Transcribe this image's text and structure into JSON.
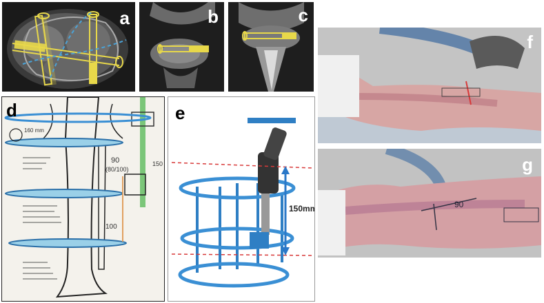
{
  "panels": [
    {
      "id": "a",
      "label": "a"
    },
    {
      "id": "b",
      "label": "b"
    },
    {
      "id": "c",
      "label": "c"
    },
    {
      "id": "d",
      "label": "d"
    },
    {
      "id": "e",
      "label": "e"
    },
    {
      "id": "f",
      "label": "f"
    },
    {
      "id": "g",
      "label": "g"
    }
  ],
  "annotations": {
    "e_measure": "150mm",
    "d_top": "160 mm",
    "d_side": "150",
    "d_mid": "90",
    "d_ratio": "(80/100)",
    "d_low": "100",
    "g_mark": "90"
  },
  "colors": {
    "ct_bg": "#1c1c1c",
    "screw": "#e8d84a",
    "dash": "#4aa3d8",
    "frame_blue": "#3a8fd4",
    "measure_arrow": "#2a78c8",
    "red_dash": "#d83a3a",
    "skin": "#c98a8a"
  }
}
